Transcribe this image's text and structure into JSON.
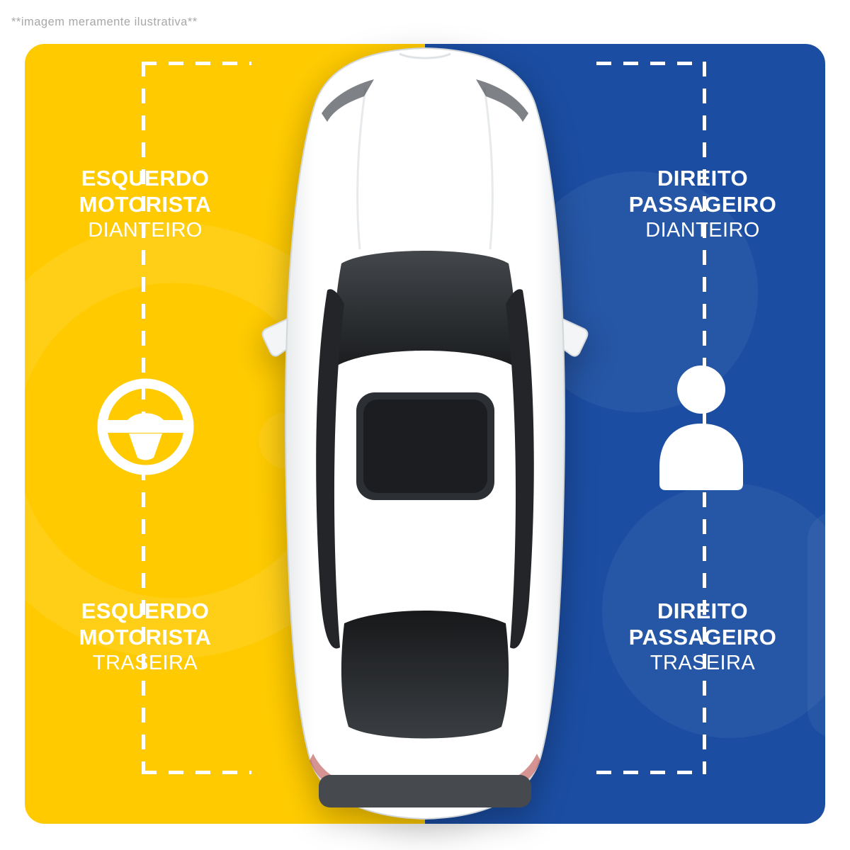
{
  "disclaimer": "**imagem meramente ilustrativa**",
  "colors": {
    "left_background": "#FFCB00",
    "right_background": "#1B4DA2",
    "label_text": "#FFFFFF",
    "disclaimer_text": "#A8A8A8"
  },
  "labels": {
    "left_front": {
      "line1": "ESQUERDO",
      "line2": "MOTORISTA",
      "line3": "DIANTEIRO"
    },
    "left_rear": {
      "line1": "ESQUERDO",
      "line2": "MOTORISTA",
      "line3": "TRASEIRA"
    },
    "right_front": {
      "line1": "DIREITO",
      "line2": "PASSAGEIRO",
      "line3": "DIANTEIRO"
    },
    "right_rear": {
      "line1": "DIREITO",
      "line2": "PASSAGEIRO",
      "line3": "TRASEIRA"
    }
  },
  "icons": {
    "left_side": "steering-wheel-icon",
    "right_side": "person-icon",
    "center": "car-top-view"
  }
}
